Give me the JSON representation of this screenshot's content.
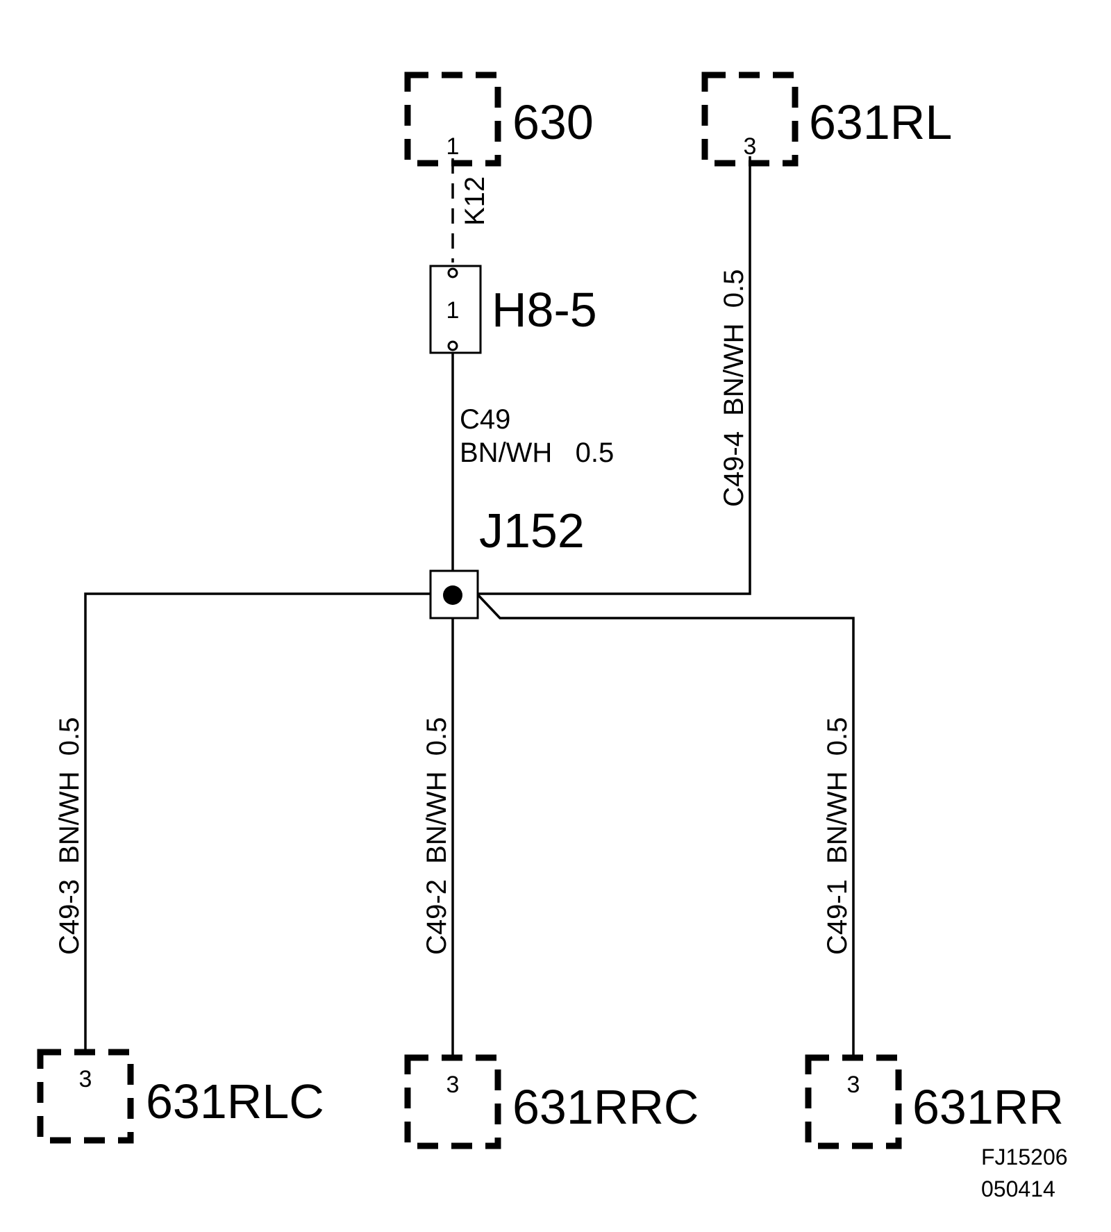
{
  "connectors": {
    "c630": {
      "name": "630",
      "pin": "1"
    },
    "c631rl": {
      "name": "631RL",
      "pin": "3"
    },
    "c631rlc": {
      "name": "631RLC",
      "pin": "3"
    },
    "c631rrc": {
      "name": "631RRC",
      "pin": "3"
    },
    "c631rr": {
      "name": "631RR",
      "pin": "3"
    }
  },
  "fuse": {
    "name": "H8-5",
    "pin": "1"
  },
  "dashed_link": {
    "label": "K12"
  },
  "junction": {
    "name": "J152"
  },
  "wires": {
    "main": {
      "circuit": "C49",
      "spec": "BN/WH   0.5"
    },
    "to_631rl": {
      "label": "C49-4  BN/WH  0.5"
    },
    "to_631rlc": {
      "label": "C49-3  BN/WH  0.5"
    },
    "to_631rrc": {
      "label": "C49-2  BN/WH  0.5"
    },
    "to_631rr": {
      "label": "C49-1  BN/WH  0.5"
    }
  },
  "footer": {
    "figure_id": "FJ15206",
    "date_code": "050414"
  }
}
